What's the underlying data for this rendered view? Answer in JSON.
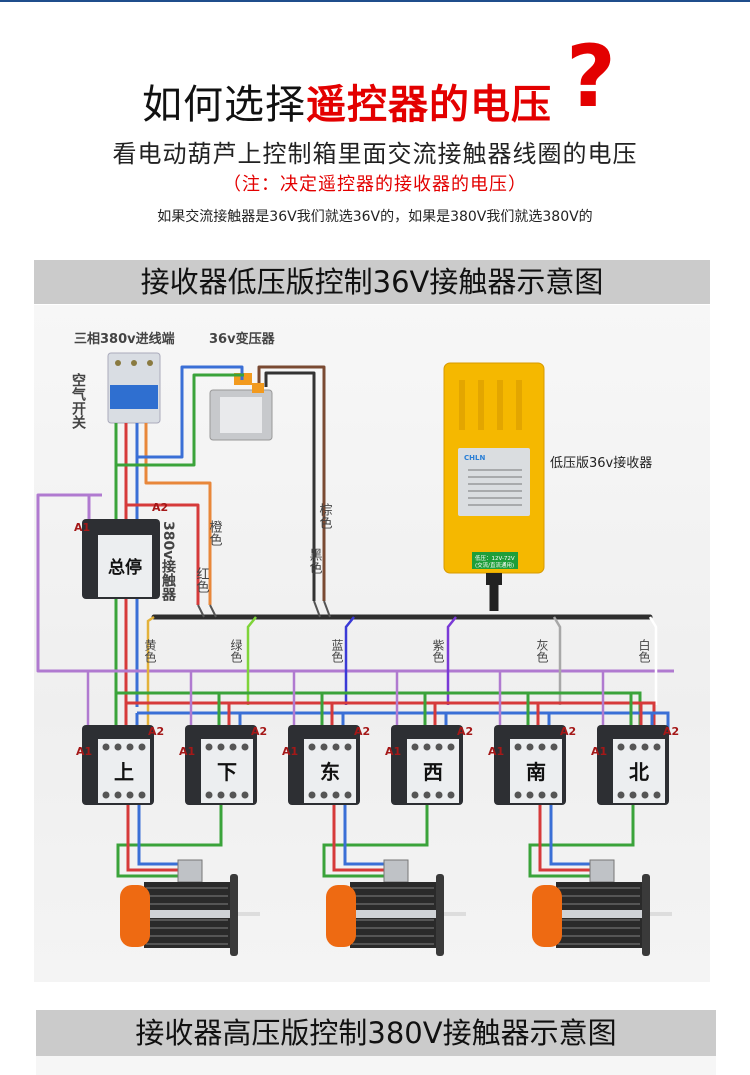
{
  "header": {
    "title_plain": "如何选择",
    "title_highlight": "遥控器的电压",
    "question_mark": "?",
    "subtitle": "看电动葫芦上控制箱里面交流接触器线圈的电压",
    "note": "（注：决定遥控器的接收器的电压）",
    "explanation": "如果交流接触器是36V我们就选36V的，如果是380V我们就选380V的"
  },
  "section1": {
    "title": "接收器低压版控制36V接触器示意图",
    "labels": {
      "three_phase_input": "三相380v进线端",
      "transformer": "36v变压器",
      "air_switch": "空气开关",
      "main_contactor": "380v接触器",
      "main_contactor_tag": "总停",
      "receiver": "低压版36v接收器",
      "receiver_brand": "CHLN",
      "receiver_voltage_tag_line1": "低压：12V-72V",
      "receiver_voltage_tag_line2": "(交流/直流通用)",
      "terminal_a1": "A1",
      "terminal_a2": "A2"
    },
    "wire_labels_upper": [
      "橙色",
      "红色",
      "黑色",
      "棕色"
    ],
    "wire_labels_bus": [
      "黄色",
      "绿色",
      "蓝色",
      "紫色",
      "灰色",
      "白色"
    ],
    "contactors": [
      "上",
      "下",
      "东",
      "西",
      "南",
      "北"
    ],
    "motor_count": 3,
    "colors": {
      "red": "#d63a3a",
      "green": "#3aa33a",
      "blue": "#3a6fd6",
      "purple": "#b07ad0",
      "orange": "#e8873a",
      "brown": "#7a4a32",
      "black": "#333333",
      "yellow": "#e3b23a",
      "lime": "#7fd43a",
      "violet": "#7a3ad6",
      "gray": "#a8a8a8",
      "receiver_yellow": "#f5b800"
    }
  },
  "section2": {
    "title": "接收器高压版控制380V接触器示意图"
  }
}
